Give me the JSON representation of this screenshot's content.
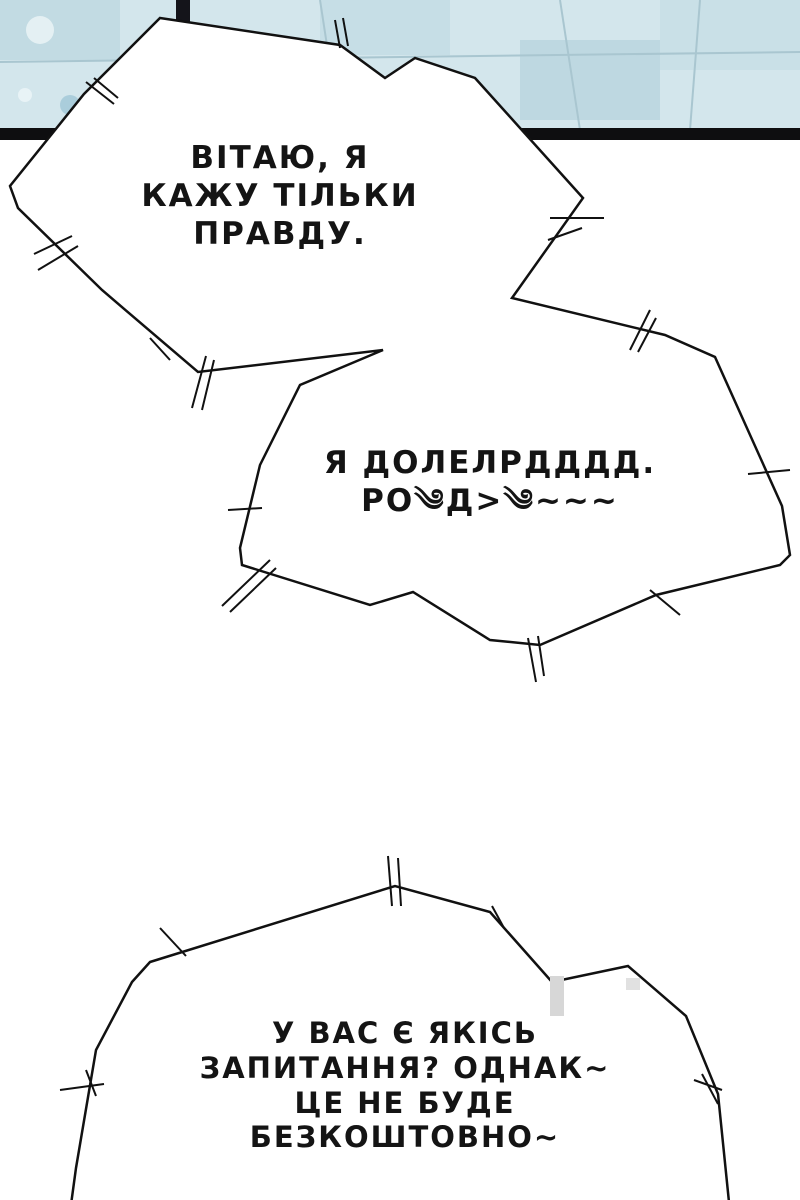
{
  "colors": {
    "panel_bg": "#ffffff",
    "scene_tile": "#cfe3e9",
    "scene_tile_alt": "#b6d2dc",
    "scene_border": "#0e0e10",
    "bubble_fill": "#ffffff",
    "bubble_outline": "#111111",
    "text": "#141414"
  },
  "bubbles": [
    {
      "lines": [
        "Вітаю, я",
        "кажу тільки",
        "правду."
      ]
    },
    {
      "lines": [
        "Я долелрдддд.",
        "Ро༄д>༄~~~"
      ]
    },
    {
      "lines": [
        "У вас є якісь",
        "запитання? однак~",
        "це не буде",
        "безкоштовно~"
      ]
    }
  ]
}
